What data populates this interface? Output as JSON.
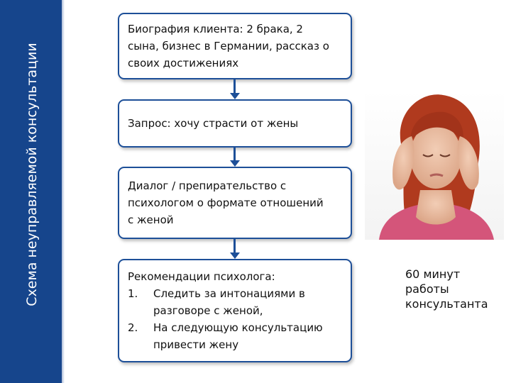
{
  "sidebar": {
    "title": "Схема неуправляемой консультации"
  },
  "steps": [
    {
      "lines": [
        "Биография клиента: 2 брака, 2",
        "сына, бизнес в Германии, рассказ о",
        "своих достижениях"
      ]
    },
    {
      "lines": [
        "Запрос: хочу страсти от жены"
      ]
    },
    {
      "lines": [
        "Диалог / препирательство с",
        "психологом о формате отношений",
        "с женой"
      ]
    }
  ],
  "recommendations": {
    "heading": "Рекомендации психолога:",
    "items": [
      {
        "num": "1.",
        "lines": [
          "Следить за интонациями в",
          "разговоре с женой,"
        ]
      },
      {
        "num": "2.",
        "lines": [
          "На следующую консультацию",
          "привести жену"
        ]
      }
    ]
  },
  "caption": {
    "lines": [
      "60 минут",
      "работы",
      "консультанта"
    ]
  },
  "colors": {
    "sidebar": "#16458c",
    "border": "#1d4f98",
    "hair": "#b03a1e",
    "shirt": "#d4557a"
  },
  "photo": {
    "icon": "stressed-woman-photo"
  }
}
